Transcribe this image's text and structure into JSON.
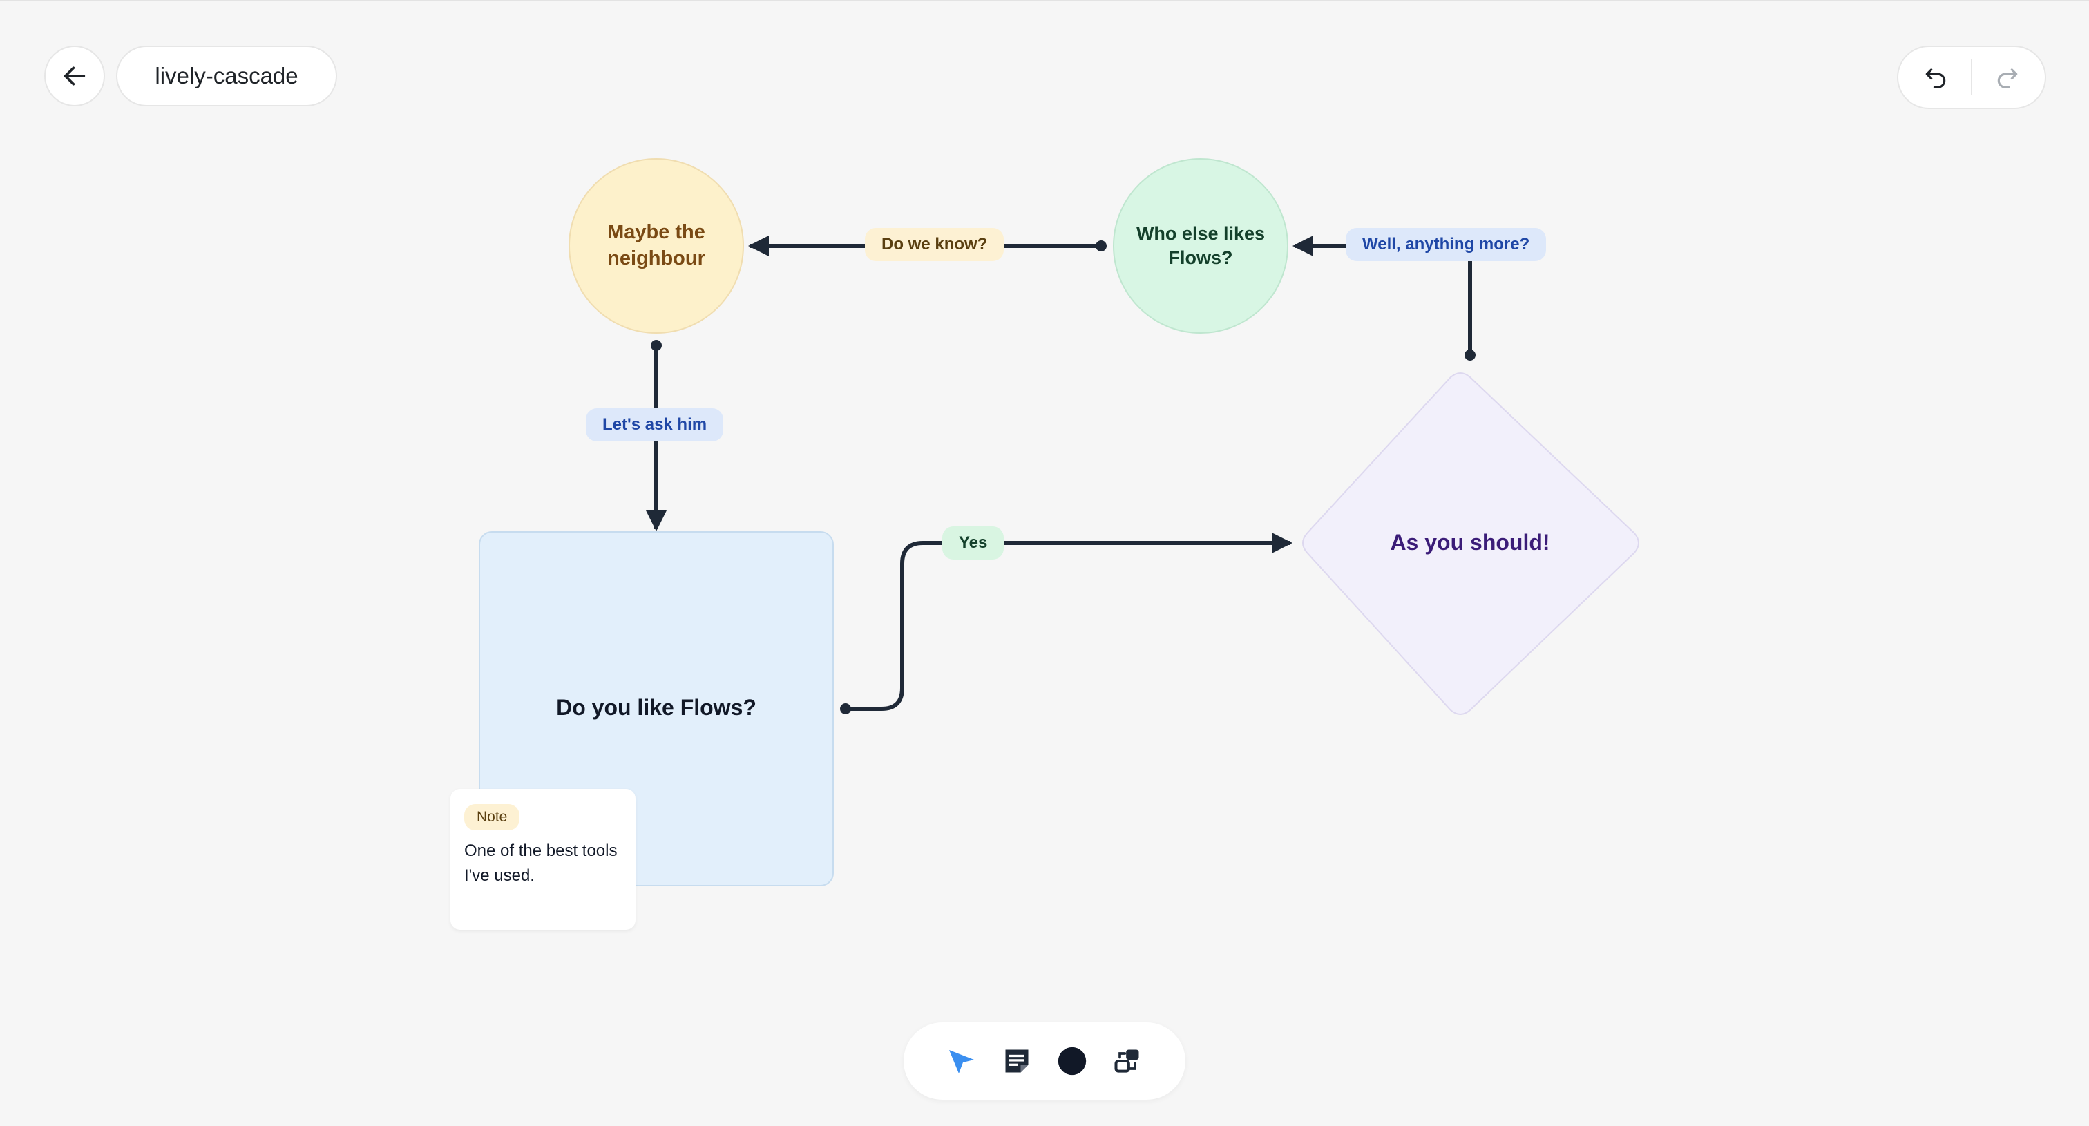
{
  "header": {
    "title": "lively-cascade"
  },
  "nodes": {
    "neighbour": "Maybe the neighbour",
    "who_else": "Who else likes Flows?",
    "like_flows": "Do you like Flows?",
    "as_you_should": "As you should!"
  },
  "edges": {
    "do_we_know": "Do we know?",
    "well_anything": "Well, anything more?",
    "lets_ask": "Let's ask him",
    "yes": "Yes"
  },
  "note": {
    "tag": "Note",
    "text": "One of the best tools I've used."
  },
  "icons": {
    "back": "arrow-left-icon",
    "undo": "undo-icon",
    "redo": "redo-icon",
    "select": "pointer-icon",
    "note": "note-icon",
    "shape": "circle-shape-icon",
    "connect": "connector-icon"
  },
  "colors": {
    "accent": "#3b8ff0",
    "edge": "#1f2937",
    "neighbour_fill": "#fdf1cb",
    "neighbour_text": "#7a4a14",
    "who_fill": "#d8f6e4",
    "who_text": "#14402b",
    "like_fill": "#e2effb",
    "diamond_fill": "#f2f0fb",
    "diamond_text": "#3b1c78"
  }
}
